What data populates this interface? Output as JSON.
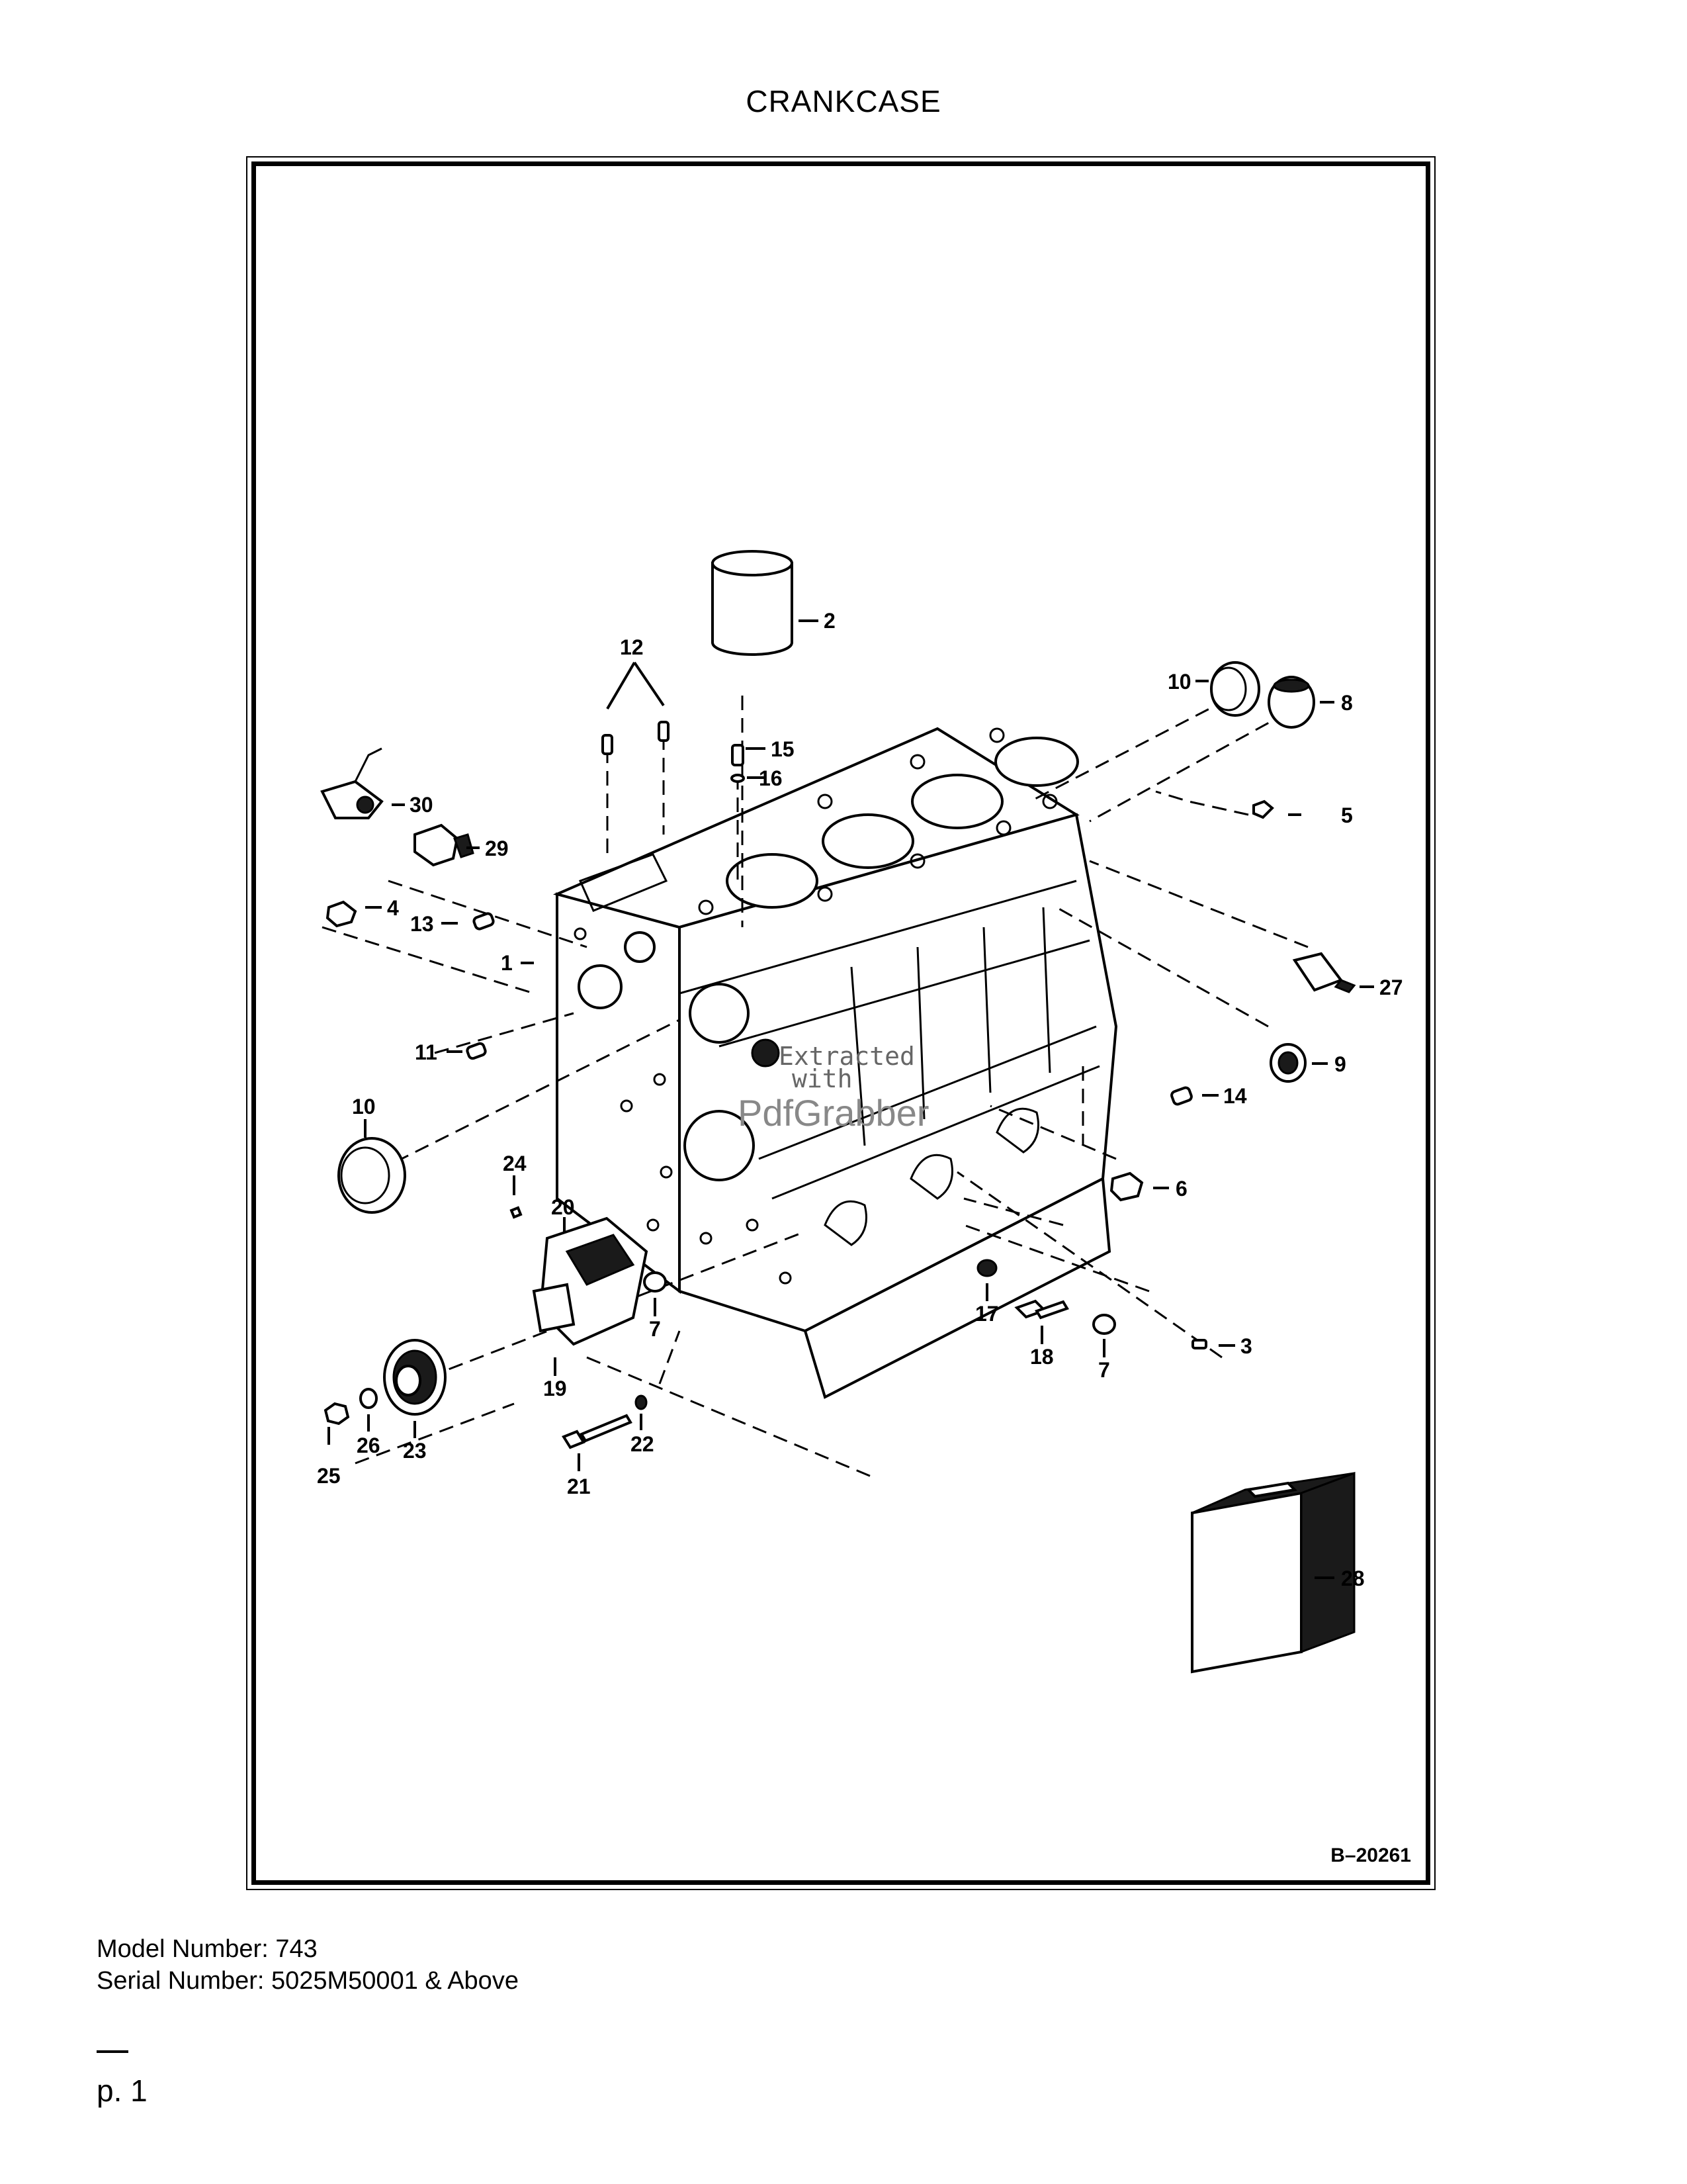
{
  "page": {
    "title": "CRANKCASE",
    "figure_id": "B–20261",
    "model_number": "Model Number: 743",
    "serial_number": "Serial Number: 5025M50001 & Above",
    "page_number": "p. 1"
  },
  "callouts": {
    "c1": "1",
    "c2": "2",
    "c3": "3",
    "c4": "4",
    "c5": "5",
    "c6": "6",
    "c7a": "7",
    "c7b": "7",
    "c8": "8",
    "c9": "9",
    "c10a": "10",
    "c10b": "10",
    "c11": "11",
    "c12": "12",
    "c13": "13",
    "c14": "14",
    "c15": "15",
    "c16": "16",
    "c17": "17",
    "c18": "18",
    "c19": "19",
    "c20": "20",
    "c21": "21",
    "c22": "22",
    "c23": "23",
    "c24": "24",
    "c25": "25",
    "c26": "26",
    "c27": "27",
    "c28": "28",
    "c29": "29",
    "c30": "30"
  },
  "watermark": {
    "line1": "Extracted",
    "line2": "with",
    "line3": "PdfGrabber"
  }
}
